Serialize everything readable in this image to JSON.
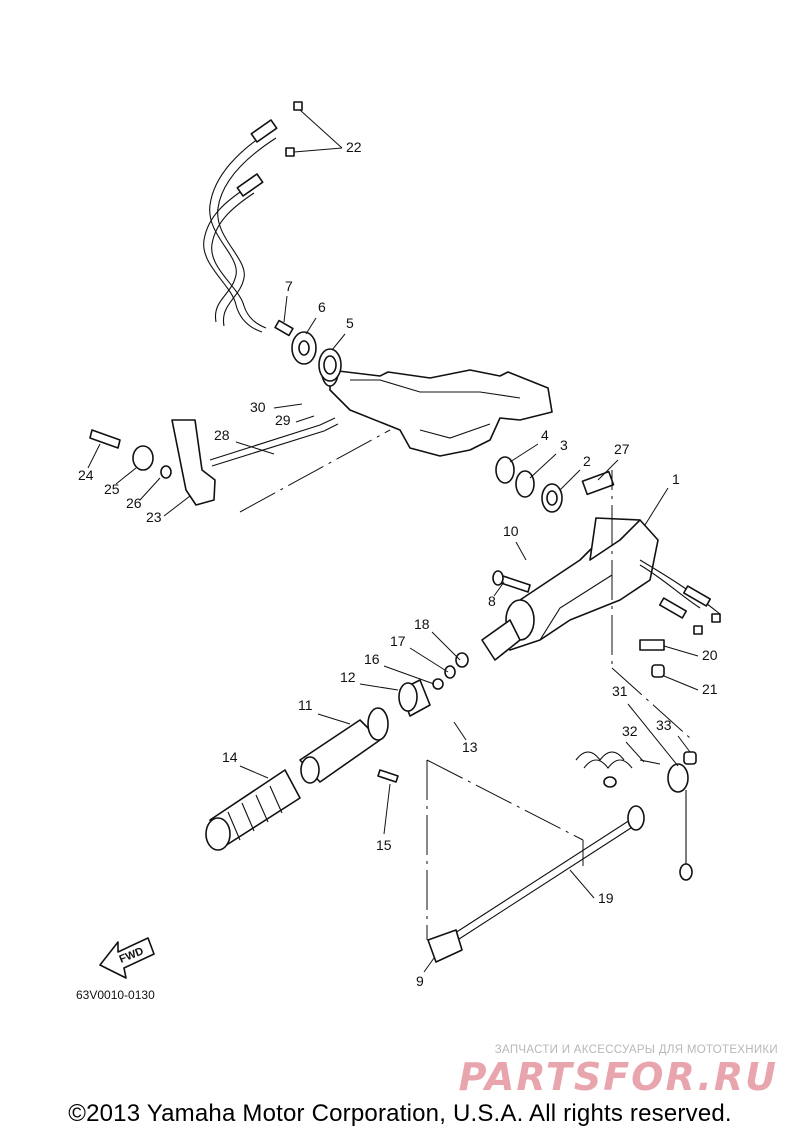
{
  "diagram": {
    "callouts": [
      "1",
      "2",
      "3",
      "4",
      "5",
      "6",
      "7",
      "8",
      "9",
      "10",
      "11",
      "12",
      "13",
      "14",
      "15",
      "16",
      "17",
      "18",
      "19",
      "20",
      "21",
      "22",
      "23",
      "24",
      "25",
      "26",
      "27",
      "28",
      "29",
      "30",
      "31",
      "32",
      "33"
    ],
    "fwd_label": "FWD",
    "drawing_code": "63V0010-0130"
  },
  "footer": {
    "copyright": "©2013 Yamaha Motor Corporation, U.S.A. All rights reserved."
  },
  "watermark": {
    "tagline": "ЗАПЧАСТИ И АКСЕССУАРЫ ДЛЯ МОТОТЕХНИКИ",
    "brand": "PARTSFOR.RU"
  }
}
